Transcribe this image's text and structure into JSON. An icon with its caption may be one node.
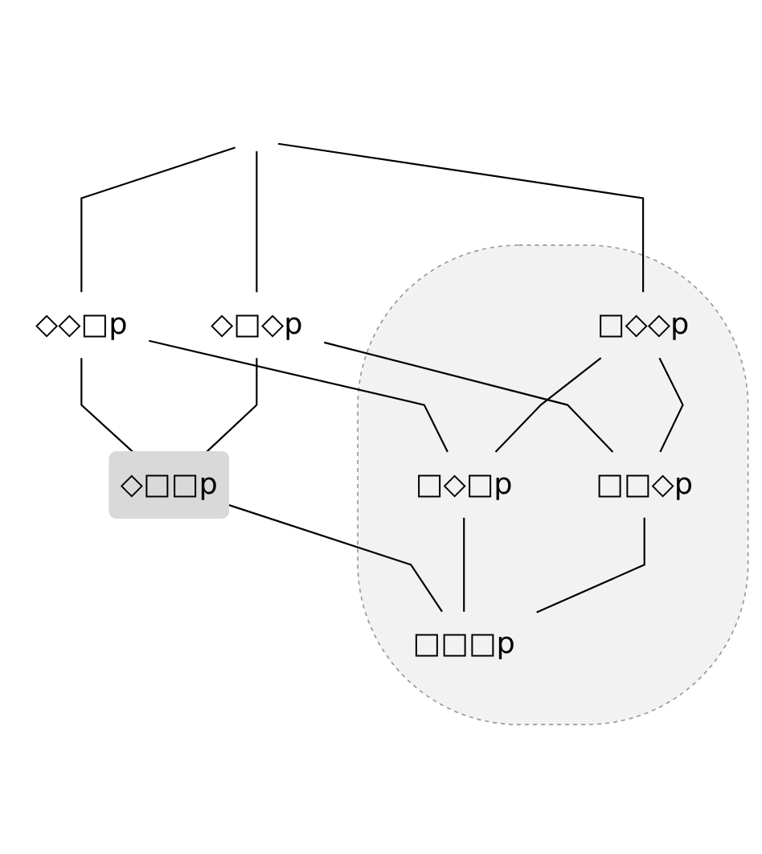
{
  "diagram": {
    "nodes": [
      {
        "text": [
          "◇◇□p"
        ]
      },
      {
        "text": [
          "◇□◇p"
        ]
      },
      {
        "text": [],
        "shape": "ellipse"
      },
      {
        "text": [
          "□◇◇p"
        ],
        "in": 2
      },
      {
        "text": [
          "◇□□p"
        ]
      },
      {
        "text": [
          "□◇□p"
        ],
        "in": 2
      },
      {
        "text": [
          "□□◇p"
        ],
        "in": 2
      },
      {
        "text": [
          "□□□p"
        ],
        "in": 2
      }
    ],
    "edges": [
      {
        "from": null,
        "to": 0,
        "arrow": "none"
      },
      {
        "from": null,
        "to": 1,
        "arrow": "none"
      },
      {
        "from": null,
        "to": 3,
        "arrow": "none"
      },
      {
        "from": 0,
        "to": 4,
        "arrow": "none"
      },
      {
        "from": 0,
        "to": 5,
        "arrow": "none"
      },
      {
        "from": 1,
        "to": 4,
        "arrow": "none"
      },
      {
        "from": 1,
        "to": 6,
        "arrow": "none"
      },
      {
        "from": 3,
        "to": 5,
        "arrow": "none"
      },
      {
        "from": 3,
        "to": 6,
        "arrow": "none"
      },
      {
        "from": 4,
        "to": 7,
        "arrow": "none"
      },
      {
        "from": 5,
        "to": 7,
        "arrow": "none"
      },
      {
        "from": 6,
        "to": 7,
        "arrow": "none"
      }
    ]
  }
}
